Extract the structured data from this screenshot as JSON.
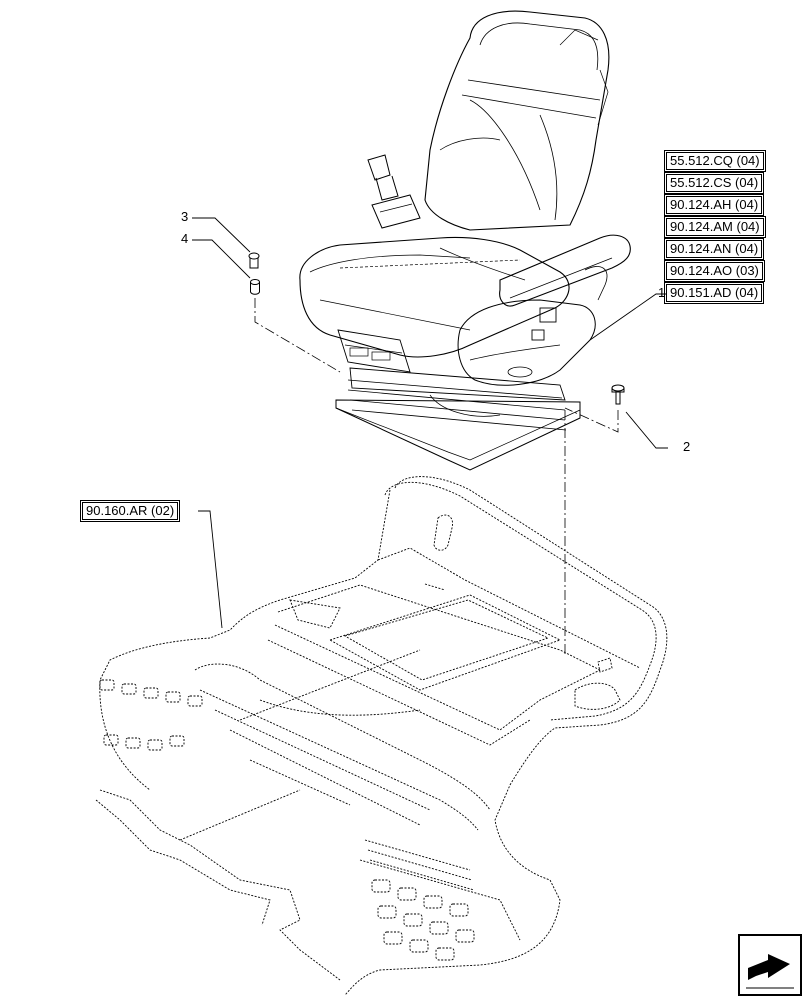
{
  "references": {
    "refs_right": [
      "55.512.CQ (04)",
      "55.512.CS (04)",
      "90.124.AH (04)",
      "90.124.AM (04)",
      "90.124.AN (04)",
      "90.124.AO (03)",
      "90.151.AD (04)"
    ],
    "ref_floor": "90.160.AR (02)"
  },
  "callouts": {
    "c1": "1",
    "c2": "2",
    "c3": "3",
    "c4": "4"
  },
  "icons": {
    "nav": "next-page-arrow-icon"
  }
}
